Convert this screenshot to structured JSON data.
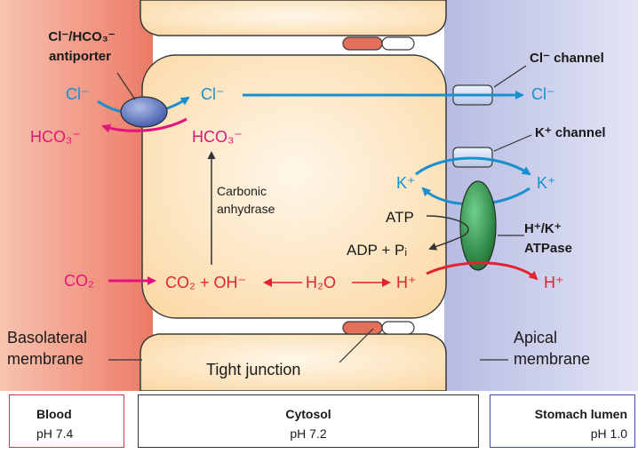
{
  "colors": {
    "blue": "#1a8fd0",
    "magenta": "#e2137a",
    "red": "#e4232d",
    "antiporter": "#5a78c4",
    "atpase": "#1f8a3a",
    "channel": "#c9d6ee"
  },
  "labels": {
    "antiporter_line1": "Cl⁻/HCO₃⁻",
    "antiporter_line2": "antiporter",
    "cl_channel": "Cl⁻ channel",
    "k_channel": "K⁺ channel",
    "atpase_line1": "H⁺/K⁺",
    "atpase_line2": "ATPase",
    "carbonic_line1": "Carbonic",
    "carbonic_line2": "anhydrase",
    "basolateral_line1": "Basolateral",
    "basolateral_line2": "membrane",
    "apical_line1": "Apical",
    "apical_line2": "membrane",
    "tight_junction": "Tight junction"
  },
  "species": {
    "cl_blood": "Cl⁻",
    "hco3_blood": "HCO₃⁻",
    "cl_cytosol": "Cl⁻",
    "hco3_cytosol": "HCO₃⁻",
    "cl_lumen": "Cl⁻",
    "k_cytosol": "K⁺",
    "k_lumen": "K⁺",
    "atp": "ATP",
    "adp_pi": "ADP + Pᵢ",
    "co2_blood": "CO₂",
    "co2_oh": "CO₂ + OH⁻",
    "h2o": "H₂O",
    "h_cytosol": "H⁺",
    "h_lumen": "H⁺"
  },
  "compartments": {
    "blood": {
      "name": "Blood",
      "ph": "pH 7.4"
    },
    "cytosol": {
      "name": "Cytosol",
      "ph": "pH 7.2"
    },
    "lumen": {
      "name": "Stomach lumen",
      "ph": "pH 1.0"
    }
  }
}
